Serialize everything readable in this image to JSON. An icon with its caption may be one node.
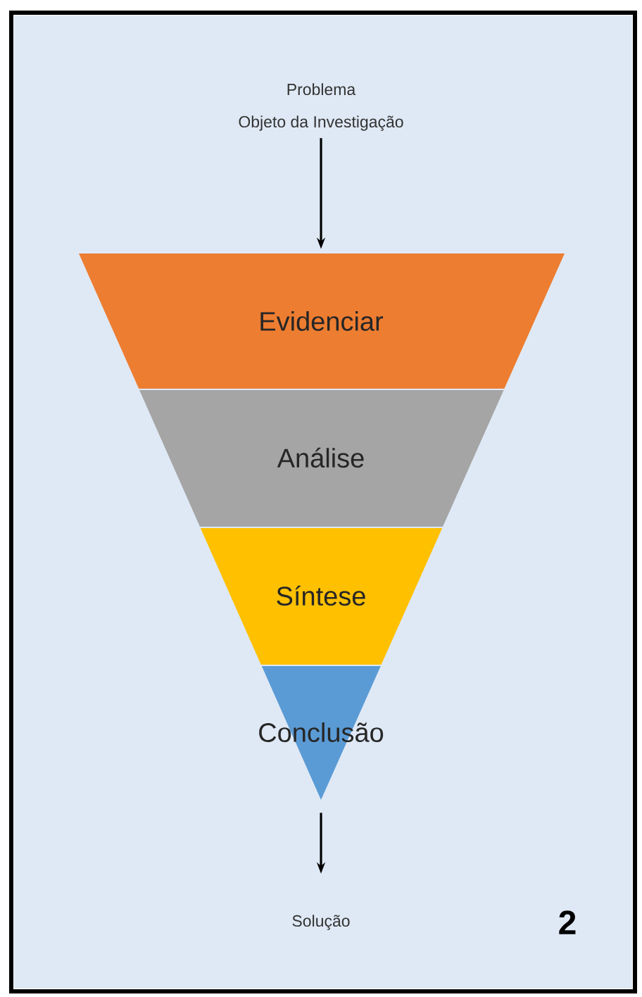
{
  "diagram": {
    "nodes": [
      {
        "text": [
          "Problema",
          "Objeto da Investigação"
        ]
      },
      {
        "text": [
          "Evidenciar"
        ]
      },
      {
        "text": [
          "Análise"
        ]
      },
      {
        "text": [
          "Síntese"
        ]
      },
      {
        "text": [
          "Conclusão"
        ]
      },
      {
        "text": [
          "Solução"
        ]
      }
    ],
    "edges": [
      {
        "from": 0,
        "to": 1,
        "arrow": "to"
      },
      {
        "from": 4,
        "to": 5,
        "arrow": "to"
      }
    ],
    "labels": [
      "2"
    ]
  }
}
